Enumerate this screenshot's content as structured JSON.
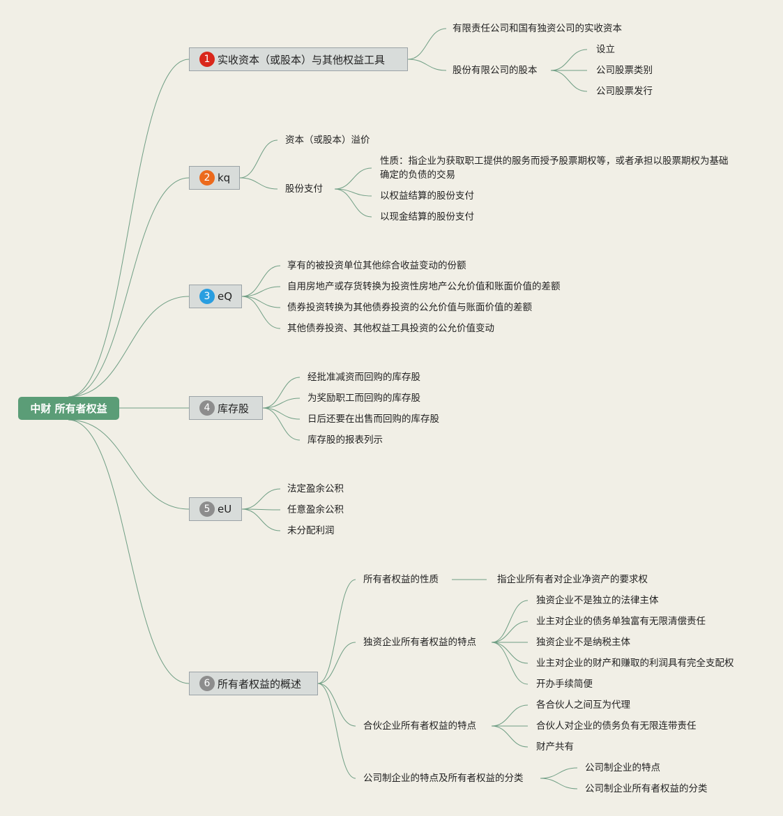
{
  "root": {
    "label": "中财 所有者权益"
  },
  "colors": {
    "root_bg": "#5b9d77",
    "link": "#6f9e84",
    "branch_bg": "#d8dcda"
  },
  "branches": [
    {
      "number": "1",
      "badge_color": "#d9271b",
      "label": "实收资本（或股本）与其他权益工具"
    },
    {
      "number": "2",
      "badge_color": "#ec6a1c",
      "label": "kq"
    },
    {
      "number": "3",
      "badge_color": "#2a9ee0",
      "label": "eQ"
    },
    {
      "number": "4",
      "badge_color": "#8d8d8d",
      "label": "库存股"
    },
    {
      "number": "5",
      "badge_color": "#8d8d8d",
      "label": "eU"
    },
    {
      "number": "6",
      "badge_color": "#8d8d8d",
      "label": "所有者权益的概述"
    }
  ],
  "nodes": {
    "b1": {
      "n1": "有限责任公司和国有独资公司的实收资本",
      "n2": "股份有限公司的股本",
      "n2_1": "设立",
      "n2_2": "公司股票类别",
      "n2_3": "公司股票发行"
    },
    "b2": {
      "n1": "资本（或股本）溢价",
      "n2": "股份支付",
      "n2_1": "性质：指企业为获取职工提供的服务而授予股票期权等，或者承担以股票期权为基础确定的负债的交易",
      "n2_2": "以权益结算的股份支付",
      "n2_3": "以现金结算的股份支付"
    },
    "b3": {
      "n1": "享有的被投资单位其他综合收益变动的份额",
      "n2": "自用房地产或存货转换为投资性房地产公允价值和账面价值的差额",
      "n3": "债券投资转换为其他债券投资的公允价值与账面价值的差额",
      "n4": "其他债券投资、其他权益工具投资的公允价值变动"
    },
    "b4": {
      "n1": "经批准减资而回购的库存股",
      "n2": "为奖励职工而回购的库存股",
      "n3": "日后还要在出售而回购的库存股",
      "n4": "库存股的报表列示"
    },
    "b5": {
      "n1": "法定盈余公积",
      "n2": "任意盈余公积",
      "n3": "未分配利润"
    },
    "b6": {
      "n1": "所有者权益的性质",
      "n1_1": "指企业所有者对企业净资产的要求权",
      "n2": "独资企业所有者权益的特点",
      "n2_1": "独资企业不是独立的法律主体",
      "n2_2": "业主对企业的债务单独富有无限清偿责任",
      "n2_3": "独资企业不是纳税主体",
      "n2_4": "业主对企业的财产和赚取的利润具有完全支配权",
      "n2_5": "开办手续简便",
      "n3": "合伙企业所有者权益的特点",
      "n3_1": "各合伙人之间互为代理",
      "n3_2": "合伙人对企业的债务负有无限连带责任",
      "n3_3": "财产共有",
      "n4": "公司制企业的特点及所有者权益的分类",
      "n4_1": "公司制企业的特点",
      "n4_2": "公司制企业所有者权益的分类"
    }
  }
}
